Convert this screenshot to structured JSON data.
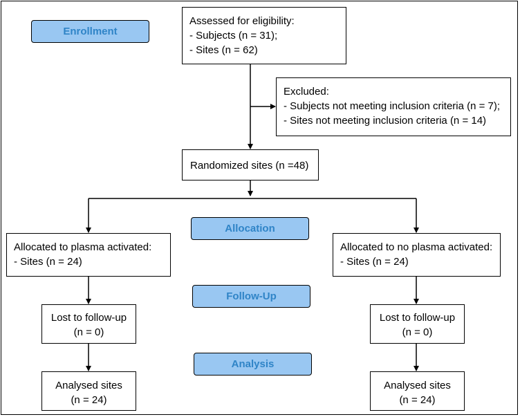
{
  "colors": {
    "stage_fill": "#99c7f2",
    "stage_text": "#2f84c7",
    "line": "#000000"
  },
  "stages": {
    "enrollment": "Enrollment",
    "allocation": "Allocation",
    "follow_up": "Follow-Up",
    "analysis": "Analysis"
  },
  "assessed": {
    "title": "Assessed for eligibility:",
    "items": [
      "- Subjects (n = 31);",
      "- Sites (n = 62)"
    ]
  },
  "excluded": {
    "title": "Excluded:",
    "items": [
      "- Subjects not meeting inclusion criteria (n = 7);",
      "- Sites not meeting inclusion criteria (n = 14)"
    ]
  },
  "randomized": "Randomized sites (n =48)",
  "left_arm": {
    "allocated_title": "Allocated to plasma activated:",
    "allocated_sites": "- Sites (n = 24)",
    "lost_title": "Lost to follow-up",
    "lost_n": "(n = 0)",
    "analysed_title": "Analysed sites",
    "analysed_n": "(n = 24)"
  },
  "right_arm": {
    "allocated_title": "Allocated to no plasma activated:",
    "allocated_sites": "- Sites (n = 24)",
    "lost_title": "Lost to follow-up",
    "lost_n": "(n = 0)",
    "analysed_title": "Analysed sites",
    "analysed_n": "(n = 24)"
  }
}
